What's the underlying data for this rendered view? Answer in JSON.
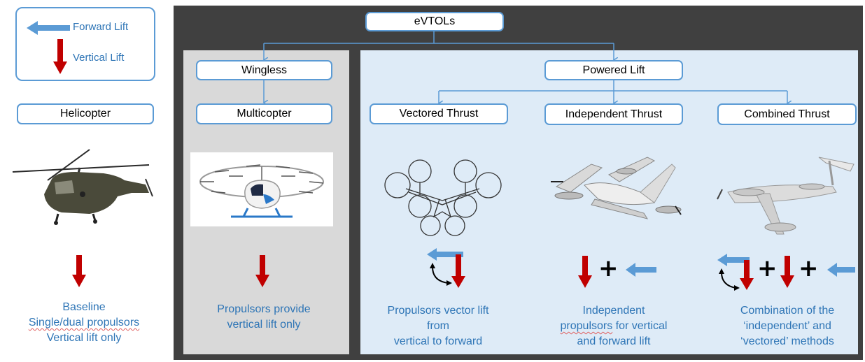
{
  "legend": {
    "forward_label": "Forward Lift",
    "vertical_label": "Vertical Lift"
  },
  "colors": {
    "forward_arrow": "#5b9bd5",
    "vertical_arrow": "#c00000",
    "box_border": "#5b9bd5",
    "caption_text": "#2e75b6",
    "dark_panel": "#404040",
    "wingless_panel": "#d9d9d9",
    "powered_panel": "#deebf7"
  },
  "helicopter": {
    "label": "Helicopter",
    "caption_lines": [
      "Baseline",
      "Single/dual propulsors",
      "Vertical lift only"
    ],
    "arrows": "vertical"
  },
  "root": {
    "label": "eVTOLs"
  },
  "wingless": {
    "label": "Wingless",
    "child_label": "Multicopter",
    "caption_lines": [
      "Propulsors provide",
      "vertical lift only"
    ],
    "arrows": "vertical"
  },
  "powered_lift": {
    "label": "Powered Lift",
    "children": [
      {
        "label": "Vectored Thrust",
        "caption_lines": [
          "Propulsors vector lift",
          "from",
          "vertical to forward"
        ],
        "arrows": "vectored"
      },
      {
        "label": "Independent Thrust",
        "caption_lines": [
          "Independent",
          "propulsors for vertical",
          "and forward lift"
        ],
        "arrows": "vertical + forward"
      },
      {
        "label": "Combined Thrust",
        "caption_lines": [
          "Combination of the",
          "‘independent’ and",
          "‘vectored’ methods"
        ],
        "arrows": "vectored + vertical + forward"
      }
    ]
  },
  "plus_symbol": "+"
}
